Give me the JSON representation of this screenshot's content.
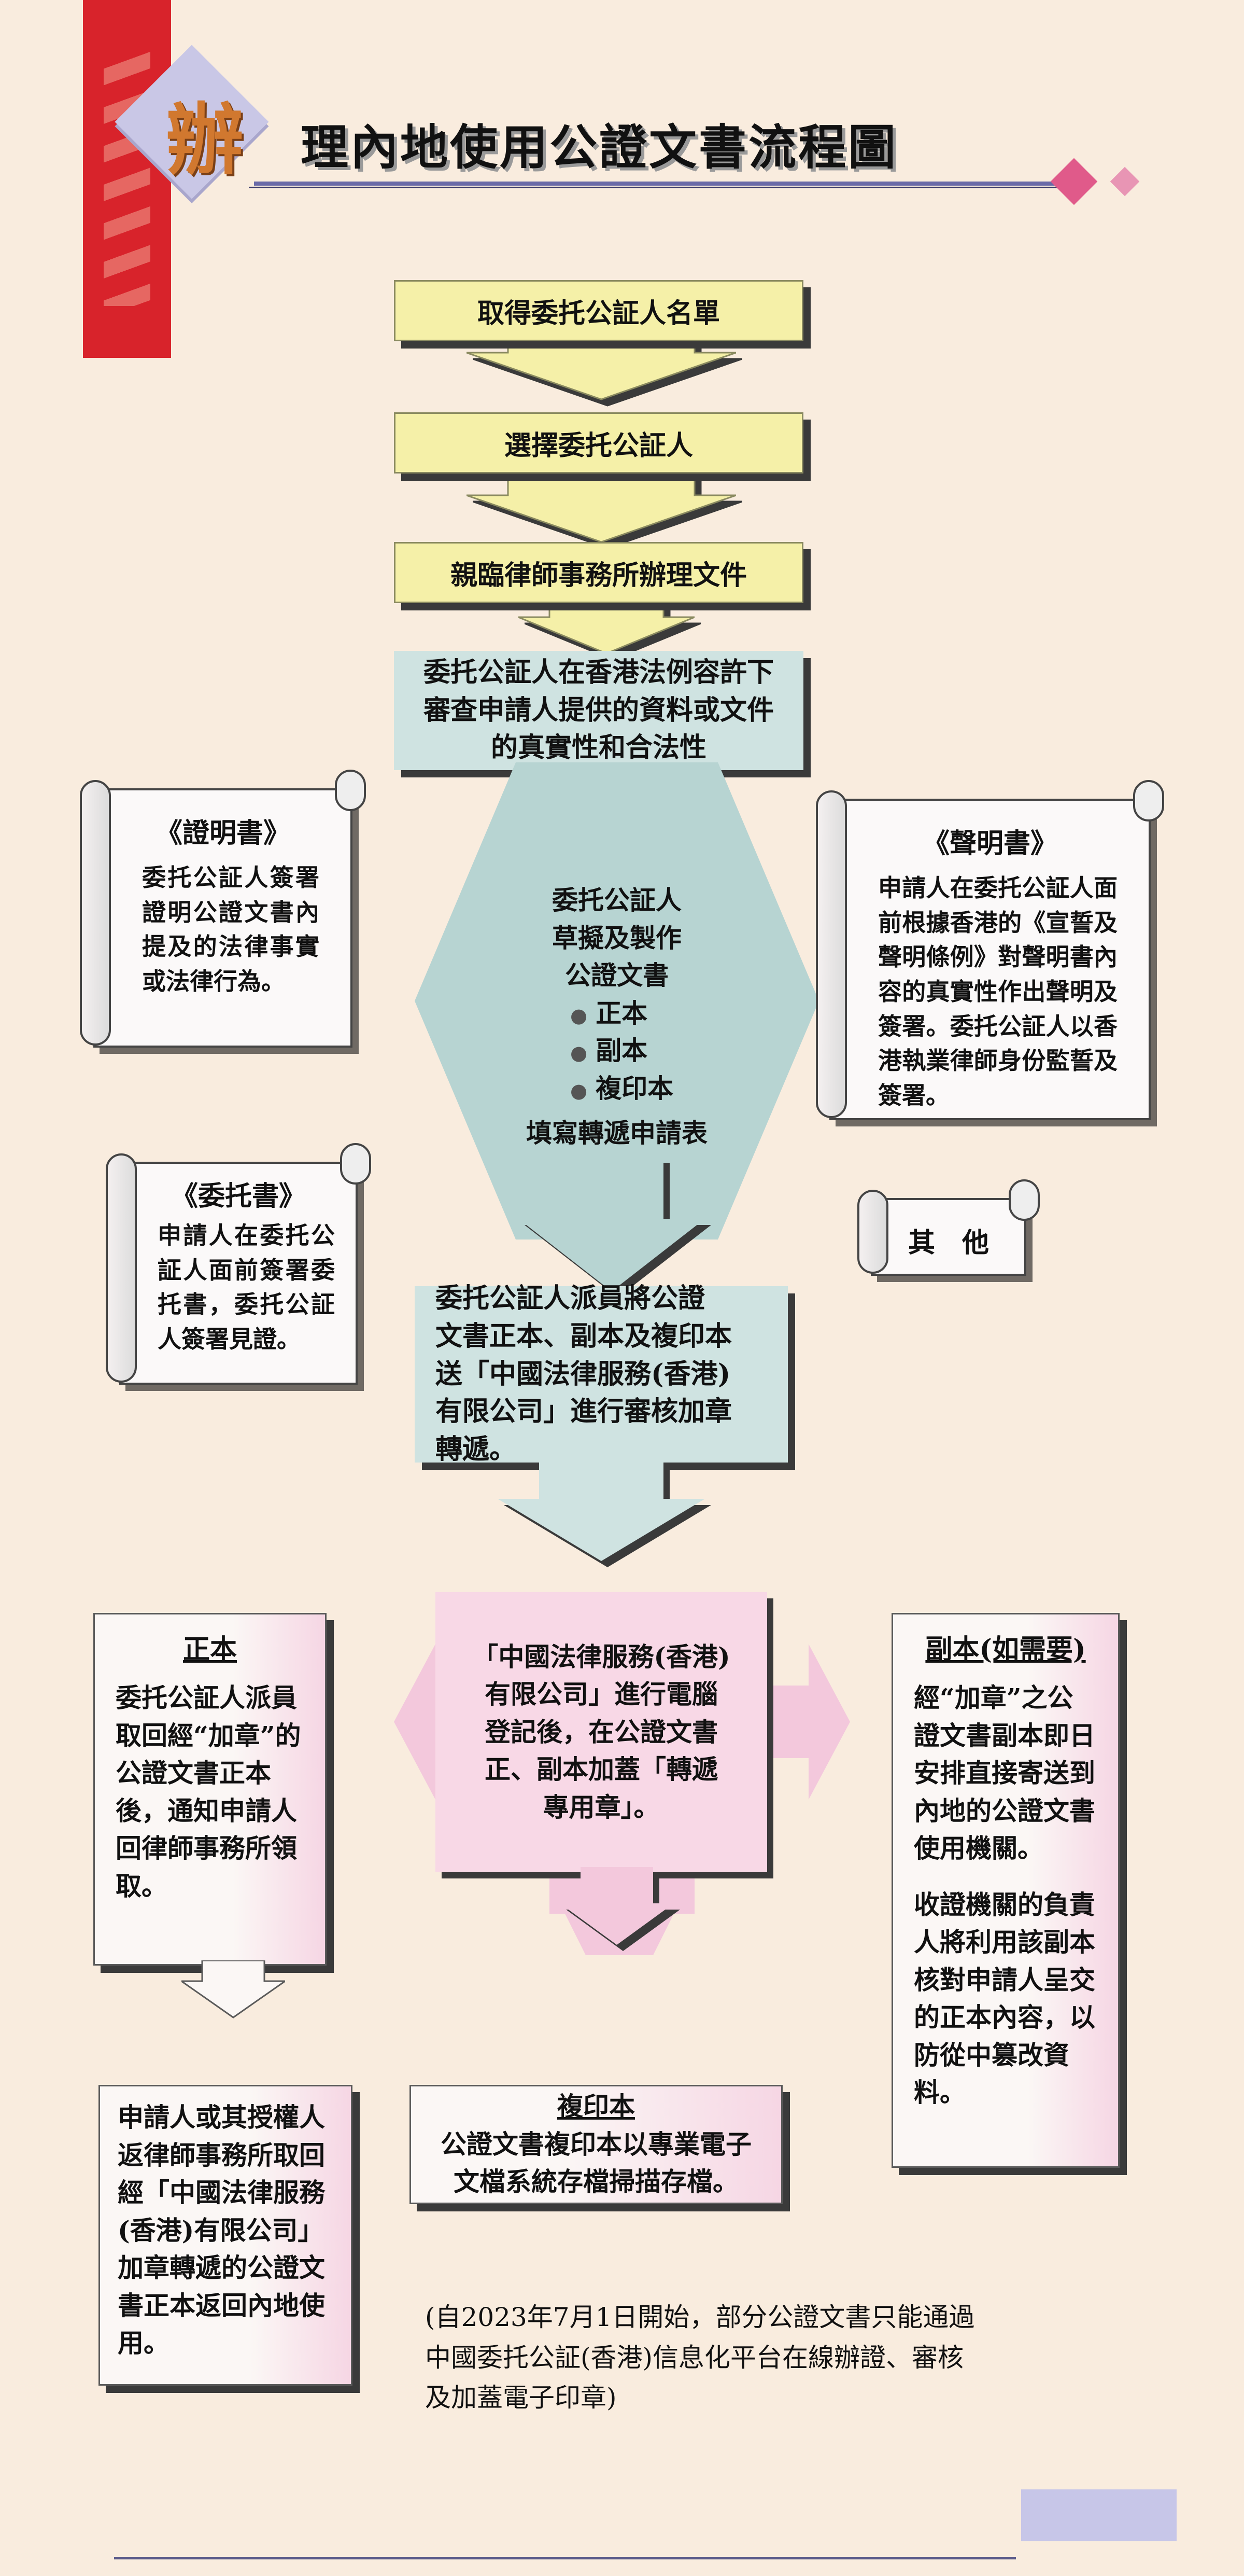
{
  "header": {
    "title_initial": "辦",
    "title_rest": "理內地使用公證文書流程圖"
  },
  "steps": {
    "step1": "取得委托公証人名單",
    "step2": "選擇委托公証人",
    "step3": "親臨律師事務所辦理文件",
    "step4_lines": [
      "委托公証人在香港法例容許下",
      "審查申請人提供的資料或文件",
      "的真實性和合法性"
    ],
    "center_hex": {
      "lines": [
        "委托公証人",
        "草擬及製作",
        "公證文書"
      ],
      "items": [
        "正本",
        "副本",
        "複印本"
      ],
      "footer": "填寫轉遞申請表"
    },
    "step6_lines": [
      "委托公証人派員將公證",
      "文書正本、副本及複印本",
      "送「中國法律服務(香港)",
      "有限公司」進行審核加章",
      "轉遞。"
    ],
    "center_pink_lines": [
      "「中國法律服務(香港)",
      "有限公司」進行電腦",
      "登記後，在公證文書",
      "正、副本加蓋「轉遞",
      "專用章」。"
    ]
  },
  "scrolls": {
    "certificate": {
      "title": "《證明書》",
      "body": "委托公証人簽署證明公證文書內提及的法律事實或法律行為。"
    },
    "declaration": {
      "title": "《聲明書》",
      "body": "申請人在委托公証人面前根據香港的《宣誓及聲明條例》對聲明書內容的真實性作出聲明及簽署。委托公証人以香港執業律師身份監誓及簽署。"
    },
    "entrustment": {
      "title": "《委托書》",
      "body": "申請人在委托公証人面前簽署委托書，委托公証人簽署見證。"
    },
    "others": {
      "title": "其　他"
    }
  },
  "branches": {
    "original": {
      "title": "正本",
      "body": "委托公証人派員取回經“加章”的公證文書正本後，通知申請人回律師事務所領取。"
    },
    "duplicate": {
      "title": "副本(如需要)",
      "body1": "經“加章”之公證文書副本即日安排直接寄送到內地的公證文書使用機關。",
      "body2": "收證機關的負責人將利用該副本核對申請人呈交的正本內容，以防從中篡改資料。"
    },
    "copy": {
      "title": "複印本",
      "lines": [
        "公證文書複印本以專業電子",
        "文檔系統存檔掃描存檔。"
      ]
    },
    "collect": {
      "body": "申請人或其授權人返律師事務所取回經「中國法律服務(香港)有限公司」加章轉遞的公證文書正本返回內地使用。"
    }
  },
  "note": {
    "lines": [
      "(自2023年7月1日開始，部分公證文書只能通過",
      "中國委托公証(香港)信息化平台在線辦證、審核",
      "及加蓋電子印章)"
    ]
  }
}
